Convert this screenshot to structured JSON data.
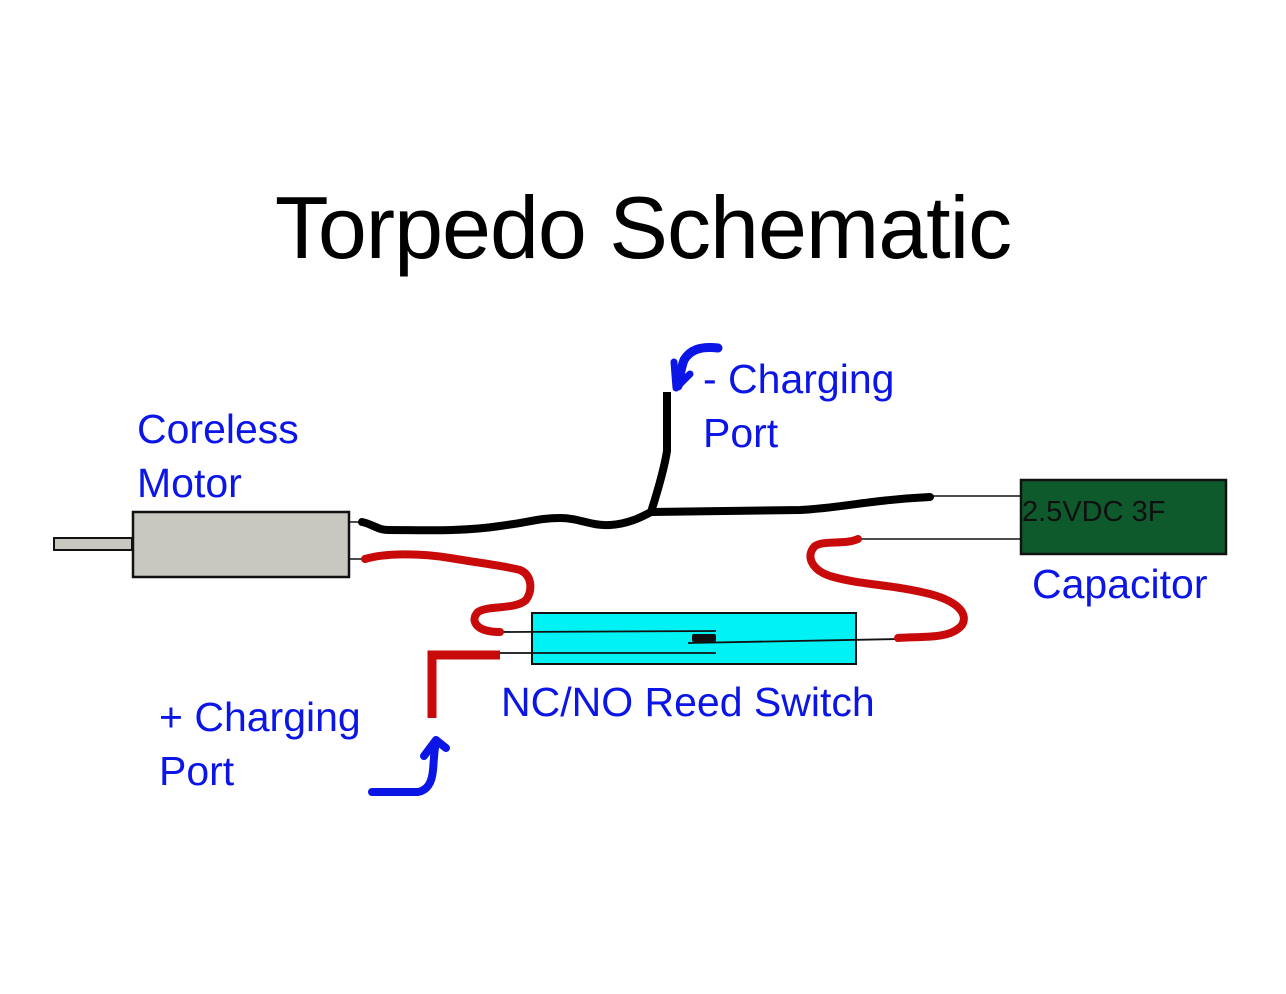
{
  "title": "Torpedo Schematic",
  "labels": {
    "motor": [
      "Coreless",
      "Motor"
    ],
    "neg_port": [
      "- Charging",
      "Port"
    ],
    "pos_port": [
      "+ Charging",
      "Port"
    ],
    "capacitor": "Capacitor",
    "capacitor_rating": "2.5VDC 3F",
    "reed_switch": "NC/NO Reed Switch"
  },
  "colors": {
    "label_blue": "#0b16e6",
    "motor_fill": "#c8c7c0",
    "capacitor_fill": "#0e5a2c",
    "reed_fill": "#00f2f5",
    "wire_negative": "#000000",
    "wire_positive": "#c90a0a",
    "arrow": "#0b16e6"
  },
  "components": [
    {
      "name": "Coreless Motor",
      "type": "motor"
    },
    {
      "name": "Capacitor",
      "type": "capacitor",
      "rating": "2.5VDC 3F"
    },
    {
      "name": "NC/NO Reed Switch",
      "type": "reed-switch"
    },
    {
      "name": "- Charging Port",
      "type": "port",
      "polarity": "negative"
    },
    {
      "name": "+ Charging Port",
      "type": "port",
      "polarity": "positive"
    }
  ],
  "connections": [
    {
      "from": "Coreless Motor (top terminal)",
      "to": "Capacitor (top terminal)",
      "wire": "black"
    },
    {
      "from": "- Charging Port",
      "to": "black wire junction",
      "wire": "black"
    },
    {
      "from": "Coreless Motor (bottom terminal)",
      "to": "NC/NO Reed Switch (upper lead)",
      "wire": "red"
    },
    {
      "from": "+ Charging Port",
      "to": "NC/NO Reed Switch (lower lead)",
      "wire": "red"
    },
    {
      "from": "NC/NO Reed Switch (common lead)",
      "to": "Capacitor (bottom terminal)",
      "wire": "red"
    }
  ]
}
